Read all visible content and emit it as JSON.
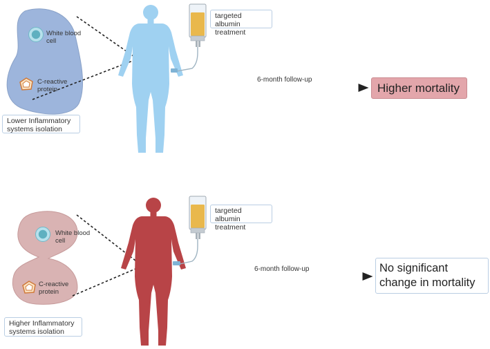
{
  "colors": {
    "patient_low": "#9fd1f1",
    "patient_high": "#b84447",
    "cell_region_low": "#9db5dc",
    "cell_region_high": "#d9b3b3",
    "higher_mortality_fill": "#e3a6ab",
    "albumin_fluid": "#e9b84c"
  },
  "icons": [
    "white-blood-cell-icon",
    "c-reactive-protein-icon",
    "iv-bag-icon",
    "patient-figure-icon",
    "arrow-icon"
  ],
  "top_panel": {
    "white_blood_cell": "White blood\ncell",
    "crp": "C-reactive\nprotein",
    "group_label": "Lower Inflammatory\nsystems isolation",
    "treatment": "targeted albumin\ntreatment",
    "followup": "6-month follow-up",
    "outcome": "Higher mortality"
  },
  "bottom_panel": {
    "white_blood_cell": "White blood\ncell",
    "crp": "C-reactive\nprotein",
    "group_label": "Higher Inflammatory\nsystems isolation",
    "treatment": "targeted albumin\ntreatment",
    "followup": "6-month follow-up",
    "outcome": "No significant\nchange in mortality"
  }
}
